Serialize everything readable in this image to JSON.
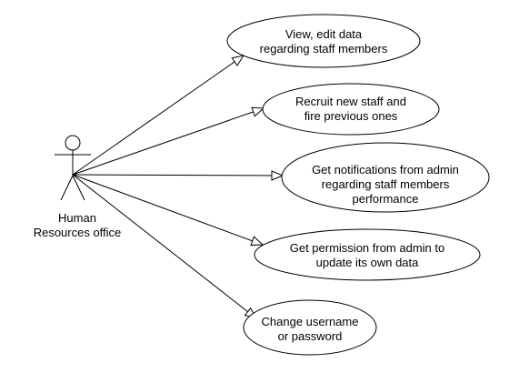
{
  "actor": {
    "name": "Human\nResources office"
  },
  "use_cases": [
    {
      "label": "View, edit data\nregarding staff members"
    },
    {
      "label": "Recruit new staff and\nfire previous ones"
    },
    {
      "label": "Get notifications from admin\nregarding staff members\nperformance"
    },
    {
      "label": "Get permission from admin to\nupdate its own data"
    },
    {
      "label": "Change username\nor password"
    }
  ],
  "colors": {
    "stroke": "#000000",
    "fill": "#ffffff"
  }
}
